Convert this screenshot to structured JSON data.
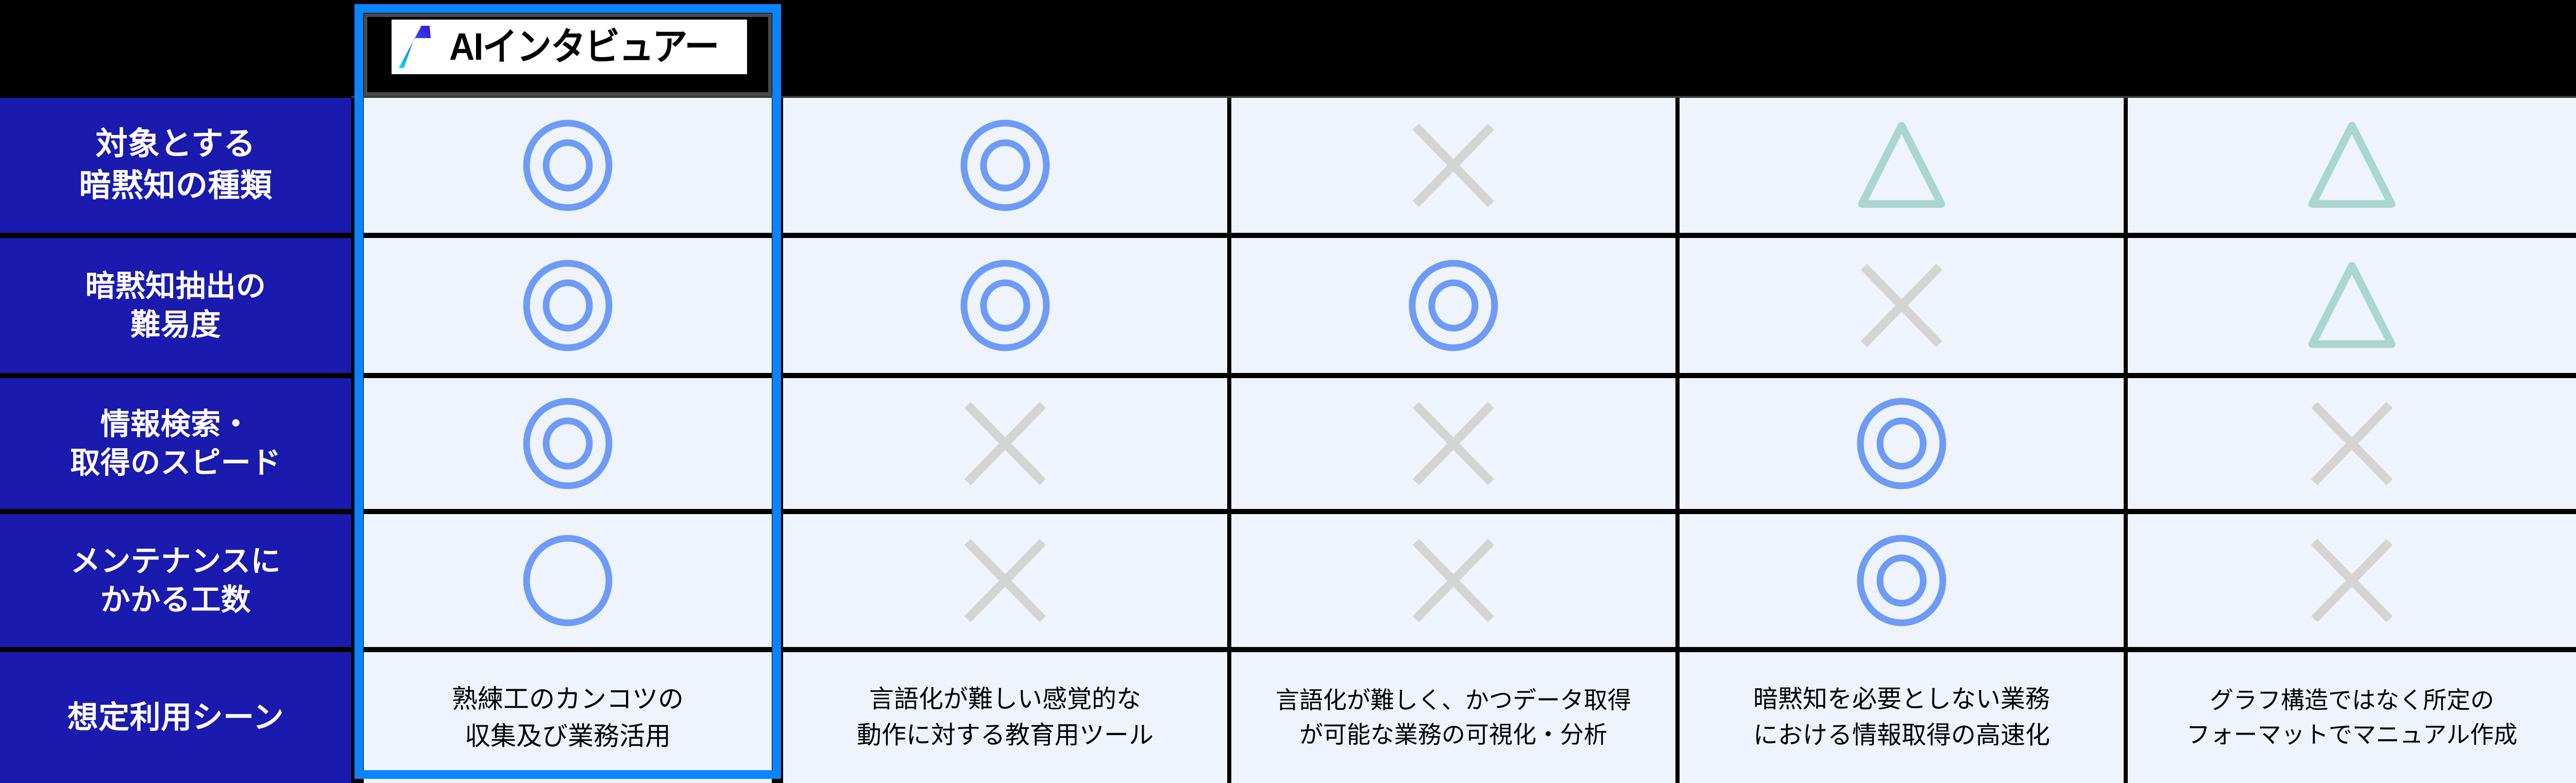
{
  "header": {
    "product_logo_text": "AIインタビュアー",
    "logo_mark_name": "ai-gradient-logo",
    "logo_gradient_from": "#00D9E8",
    "logo_gradient_to": "#3B1FE0"
  },
  "colors": {
    "label_column_bg": "#1A1AAE",
    "cell_bg": "#EFF3FB",
    "highlight_border": "#0A84FF",
    "symbol_circle": "#6E9BF5",
    "symbol_cross": "#D4D4D2",
    "symbol_triangle": "#A9D6CE",
    "page_bg": "#000000",
    "label_text": "#FFFFFF",
    "cell_text": "#000000"
  },
  "rows": [
    {
      "label_lines": [
        "対象とする",
        "暗黙知の種類"
      ],
      "cells": [
        "double-circle",
        "double-circle",
        "cross",
        "triangle",
        "triangle"
      ]
    },
    {
      "label_lines": [
        "暗黙知抽出の",
        "難易度"
      ],
      "cells": [
        "double-circle",
        "double-circle",
        "double-circle",
        "cross",
        "triangle"
      ]
    },
    {
      "label_lines": [
        "情報検索・",
        "取得のスピード"
      ],
      "cells": [
        "double-circle",
        "cross",
        "cross",
        "double-circle",
        "cross"
      ]
    },
    {
      "label_lines": [
        "メンテナンスに",
        "かかる工数"
      ],
      "cells": [
        "circle",
        "cross",
        "cross",
        "double-circle",
        "cross"
      ]
    }
  ],
  "scenario_row": {
    "label_lines": [
      "想定利用シーン"
    ],
    "cells": [
      [
        "熟練工のカンコツの",
        "収集及び業務活用"
      ],
      [
        "言語化が難しい感覚的な",
        "動作に対する教育用ツール"
      ],
      [
        "言語化が難しく、かつデータ取得",
        "が可能な業務の可視化・分析"
      ],
      [
        "暗黙知を必要としない業務",
        "における情報取得の高速化"
      ],
      [
        "グラフ構造ではなく所定の",
        "フォーマットでマニュアル作成"
      ]
    ]
  },
  "legend_meaning": {
    "double-circle": "◎",
    "circle": "○",
    "triangle": "△",
    "cross": "×"
  }
}
